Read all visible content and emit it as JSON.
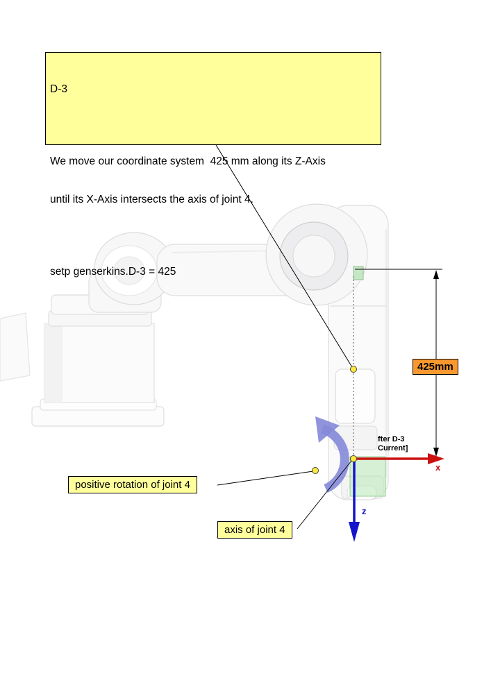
{
  "callout": {
    "title": "D-3",
    "body_line1": "We move our coordinate system  425 mm along its Z-Axis",
    "body_line2": "until its X-Axis intersects the axis of joint 4.",
    "command": "setp genserkins.D-3 = 425",
    "bg_color": "#ffff9c"
  },
  "dimension_label": {
    "text": "425mm",
    "bg_color": "#f9982f"
  },
  "axis_labels": {
    "x": "x",
    "z": "z"
  },
  "frame_caption": {
    "line1": "fter D-3",
    "line2": "Current]"
  },
  "annotations": {
    "positive_rotation": "positive rotation of joint 4",
    "axis_of_joint4": "axis of joint 4"
  },
  "colors": {
    "callout_bg": "#ffff9c",
    "dimension_label_bg": "#f9982f",
    "x_axis": "#cc1111",
    "z_axis": "#1414cc",
    "rotation_arrow": "#8488d8",
    "anchor_dot": "#ffe93b",
    "frame_marker_green": "#bce9bc",
    "dimension_line": "#000000"
  }
}
